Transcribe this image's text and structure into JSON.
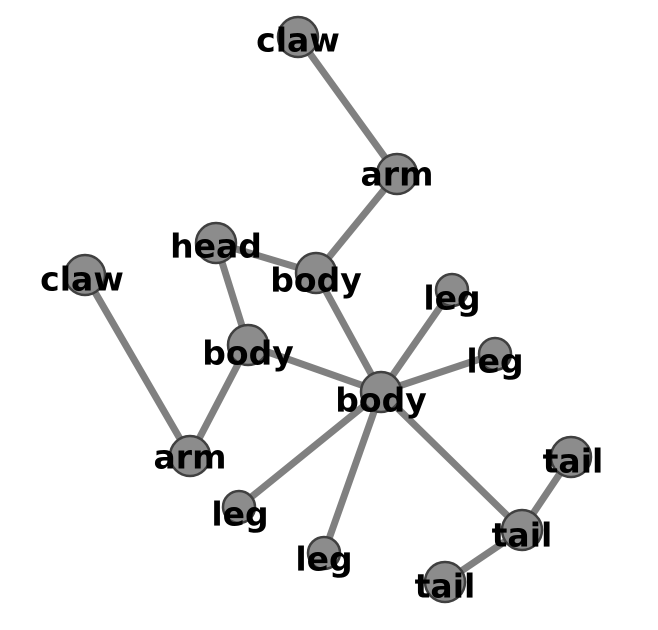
{
  "graph": {
    "nodes": [
      {
        "id": "claw_top",
        "label": "claw"
      },
      {
        "id": "arm_top",
        "label": "arm"
      },
      {
        "id": "head",
        "label": "head"
      },
      {
        "id": "body_top",
        "label": "body"
      },
      {
        "id": "claw_left",
        "label": "claw"
      },
      {
        "id": "body_mid",
        "label": "body"
      },
      {
        "id": "body_main",
        "label": "body"
      },
      {
        "id": "leg_1",
        "label": "leg"
      },
      {
        "id": "leg_2",
        "label": "leg"
      },
      {
        "id": "arm_left",
        "label": "arm"
      },
      {
        "id": "leg_3",
        "label": "leg"
      },
      {
        "id": "leg_4",
        "label": "leg"
      },
      {
        "id": "tail_1",
        "label": "tail"
      },
      {
        "id": "tail_2",
        "label": "tail"
      },
      {
        "id": "tail_3",
        "label": "tail"
      }
    ],
    "edges": [
      [
        "claw_top",
        "arm_top"
      ],
      [
        "arm_top",
        "body_top"
      ],
      [
        "head",
        "body_top"
      ],
      [
        "head",
        "body_mid"
      ],
      [
        "body_top",
        "body_main"
      ],
      [
        "body_mid",
        "body_main"
      ],
      [
        "body_mid",
        "arm_left"
      ],
      [
        "claw_left",
        "arm_left"
      ],
      [
        "body_main",
        "leg_1"
      ],
      [
        "body_main",
        "leg_2"
      ],
      [
        "body_main",
        "leg_3"
      ],
      [
        "body_main",
        "leg_4"
      ],
      [
        "body_main",
        "tail_2"
      ],
      [
        "tail_2",
        "tail_1"
      ],
      [
        "tail_2",
        "tail_3"
      ]
    ]
  }
}
